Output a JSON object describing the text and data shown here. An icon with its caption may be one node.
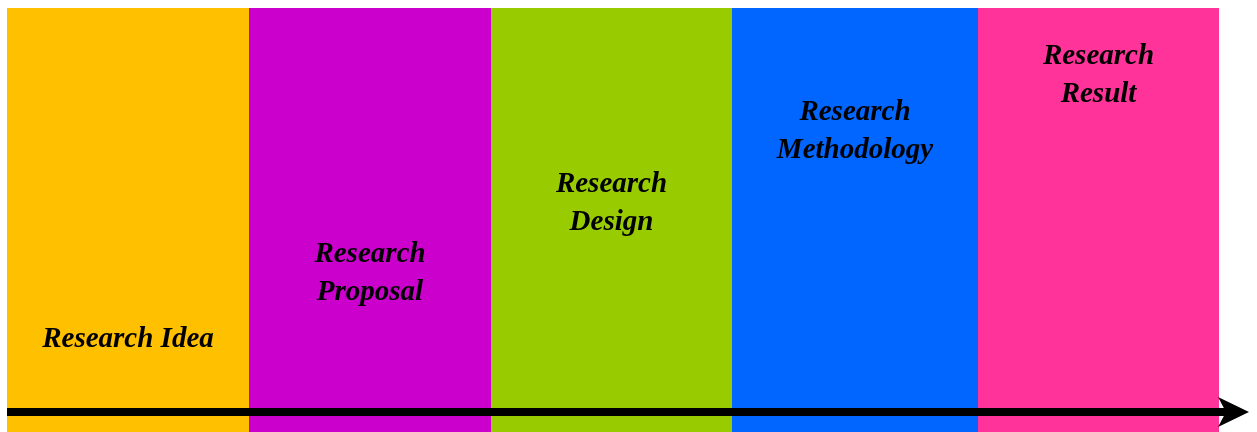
{
  "diagram": {
    "nodes": [
      {
        "text": [
          "Research Idea"
        ]
      },
      {
        "text": [
          "Research Proposal"
        ]
      },
      {
        "text": [
          "Research Design"
        ]
      },
      {
        "text": [
          "Research Methodology"
        ]
      },
      {
        "text": [
          "Research Result"
        ]
      }
    ]
  }
}
